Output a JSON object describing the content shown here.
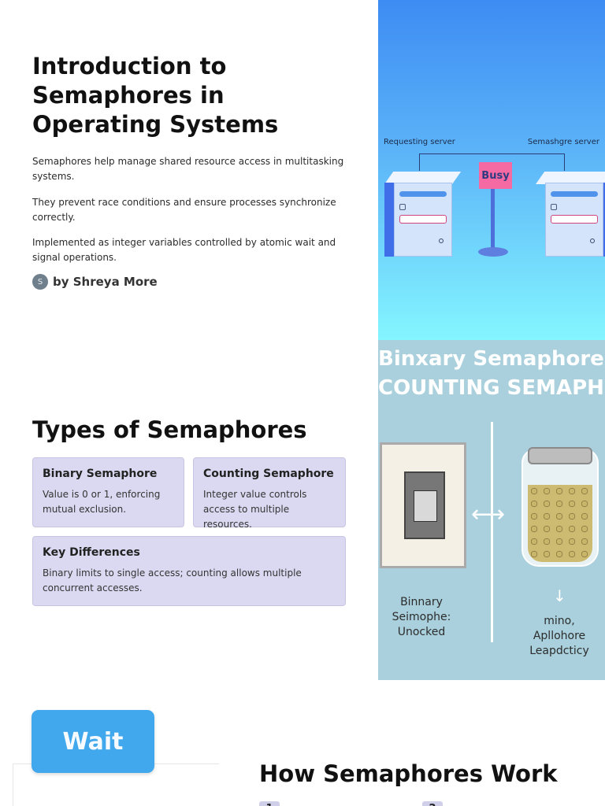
{
  "slide1": {
    "title": "Introduction to Semaphores in Operating Systems",
    "paragraphs": [
      "Semaphores help manage shared resource access in multitasking systems.",
      "They prevent race conditions and ensure processes synchronize correctly.",
      "Implemented as integer variables controlled by atomic wait and signal operations."
    ],
    "author": {
      "avatar_initial": "S",
      "name": "by Shreya More"
    },
    "image": {
      "label_left": "Requesting server",
      "label_right": "Semashgre server",
      "flag_text": "Busy"
    }
  },
  "slide2": {
    "title": "Types of Semaphores",
    "cards": [
      {
        "title": "Binary Semaphore",
        "text": "Value is 0 or 1, enforcing mutual exclusion."
      },
      {
        "title": "Counting Semaphore",
        "text": "Integer value controls access to multiple resources."
      },
      {
        "title": "Key Differences",
        "text": "Binary limits to single access; counting allows multiple concurrent accesses."
      }
    ],
    "image": {
      "title_line1": "Binxary Semaphore vs",
      "title_line2": "COUNTING SEMAPHORE",
      "label_left": "Binnary Seimophe: Unocked",
      "label_right": "mino, Apllohore Leapdcticy"
    }
  },
  "slide3": {
    "wait_label": "Wait",
    "title": "How Semaphores Work",
    "steps": [
      "1",
      "2"
    ]
  },
  "colors": {
    "card_bg": "#dbd9f1",
    "wait_button": "#41a8ee",
    "hero_gradient_top": "#3d8cf3",
    "hero_gradient_bottom": "#84f6ff"
  }
}
